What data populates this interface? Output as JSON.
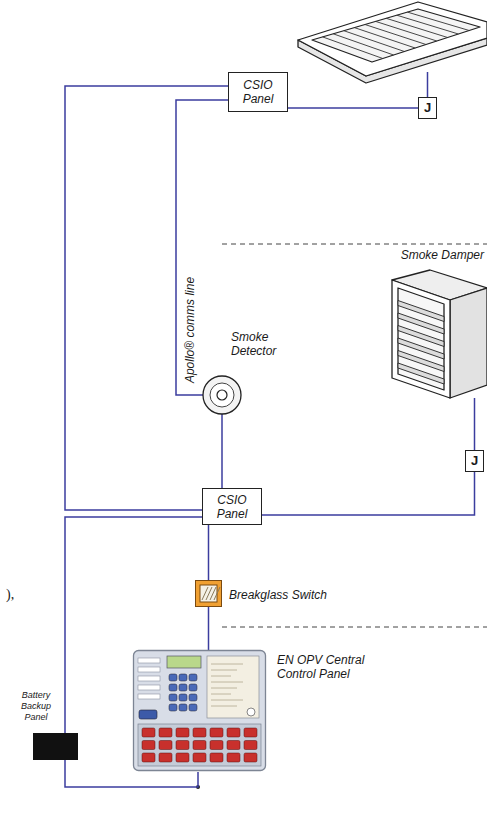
{
  "diagram": {
    "nodes": [
      {
        "text": [
          "CSIO Panel"
        ]
      },
      {
        "text": [
          "J"
        ]
      },
      {
        "text": [
          "Smoke Damper"
        ]
      },
      {
        "text": [
          "Smoke Detector"
        ]
      },
      {
        "text": [
          "J"
        ]
      },
      {
        "text": [
          "CSIO Panel"
        ]
      },
      {
        "text": [
          "Breakglass Switch"
        ]
      },
      {
        "text": [
          "EN OPV Central Control Panel"
        ]
      },
      {
        "text": [
          "Battery Backup Panel"
        ]
      }
    ],
    "edges": [
      {
        "from": 0,
        "to": 1,
        "arrow": "none"
      },
      {
        "from": 4,
        "to": 2,
        "arrow": "none"
      },
      {
        "from": 5,
        "to": 4,
        "arrow": "none"
      },
      {
        "from": 0,
        "to": 3,
        "arrow": "none"
      },
      {
        "from": 3,
        "to": 5,
        "arrow": "none"
      },
      {
        "from": 5,
        "to": 6,
        "arrow": "none"
      },
      {
        "from": 6,
        "to": 7,
        "arrow": "none"
      },
      {
        "from": 7,
        "to": 8,
        "arrow": "none"
      },
      {
        "from": 8,
        "to": 5,
        "arrow": "none"
      },
      {
        "from": 0,
        "to": 5,
        "arrow": "none"
      }
    ],
    "labels": [
      "Apollo® comms line",
      "),"
    ]
  }
}
